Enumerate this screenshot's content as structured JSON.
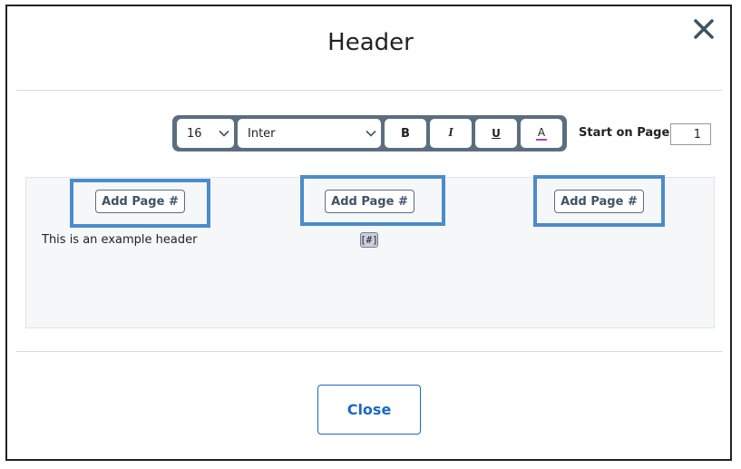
{
  "dialog": {
    "title": "Header"
  },
  "toolbar": {
    "font_size": "16",
    "font_family": "Inter",
    "bold_label": "B",
    "italic_label": "I",
    "underline_label": "U",
    "color_label": "A",
    "color_underline": "#b040c0",
    "start_on_page_label": "Start on Page:",
    "start_on_page_value": "1"
  },
  "header_area": {
    "add_page_left": "Add Page #",
    "add_page_center": "Add Page #",
    "add_page_right": "Add Page #",
    "left_text": "This is an example header",
    "center_tag": "[#]"
  },
  "footer": {
    "close_label": "Close"
  },
  "colors": {
    "highlight": "#4a8ccc",
    "toolbar": "#5b6e80",
    "primary": "#1a69c4"
  }
}
